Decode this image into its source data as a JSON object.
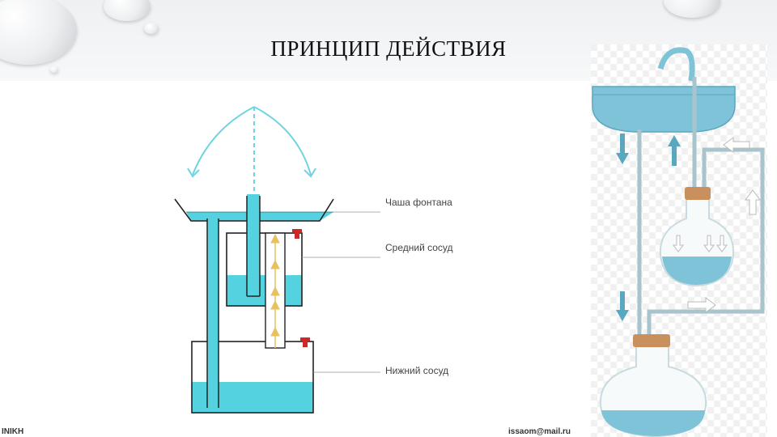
{
  "slide": {
    "title": "ПРИНЦИП ДЕЙСТВИЯ",
    "footer_left": "INIKH",
    "footer_right": "issaom@mail.ru"
  },
  "diagram": {
    "labels": {
      "bowl": "Чаша фонтана",
      "middle": "Средний сосуд",
      "lower": "Нижний сосуд"
    }
  },
  "colors": {
    "water": "#55d2e0",
    "outline": "#222222",
    "arrow": "#e8c060",
    "valve": "#cc2a2a",
    "fountain_arrow": "#6fd4df",
    "photo_water": "#7fc3d8",
    "photo_tube": "#a8c4cc",
    "cork": "#c98f5c"
  }
}
